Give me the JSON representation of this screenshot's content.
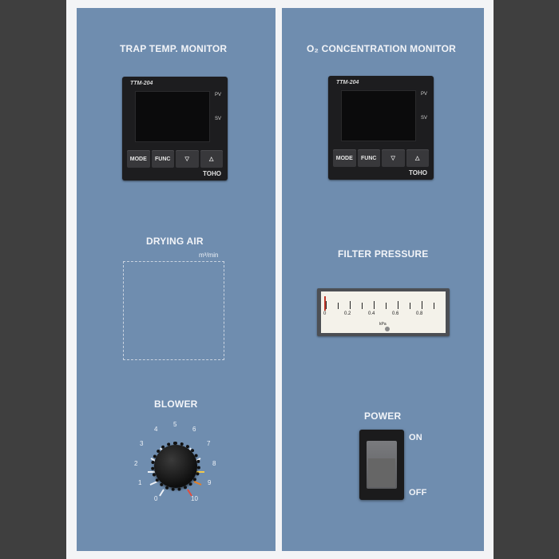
{
  "left_panel": {
    "trap_title": "TRAP TEMP. MONITOR",
    "drying_title": "DRYING AIR",
    "drying_unit": "m³/min",
    "blower_title": "BLOWER",
    "dial_numbers": [
      "0",
      "1",
      "2",
      "3",
      "4",
      "5",
      "6",
      "7",
      "8",
      "9",
      "10"
    ]
  },
  "right_panel": {
    "o2_title": "O₂ CONCENTRATION MONITOR",
    "filter_title": "FILTER PRESSURE",
    "power_title": "POWER",
    "on_label": "ON",
    "off_label": "OFF"
  },
  "controller": {
    "model": "TTM-204",
    "pv": "PV",
    "sv": "SV",
    "buttons": [
      "MODE",
      "FUNC",
      "▽",
      "△"
    ],
    "brand": "TOHO"
  },
  "gauge": {
    "numbers": [
      "0",
      "0.2",
      "0.4",
      "0.6",
      "0.8"
    ],
    "unit": "kPa"
  },
  "colors": {
    "panel": "#6f8daf",
    "frame": "#f3f4f6",
    "background": "#3d3d3d"
  }
}
